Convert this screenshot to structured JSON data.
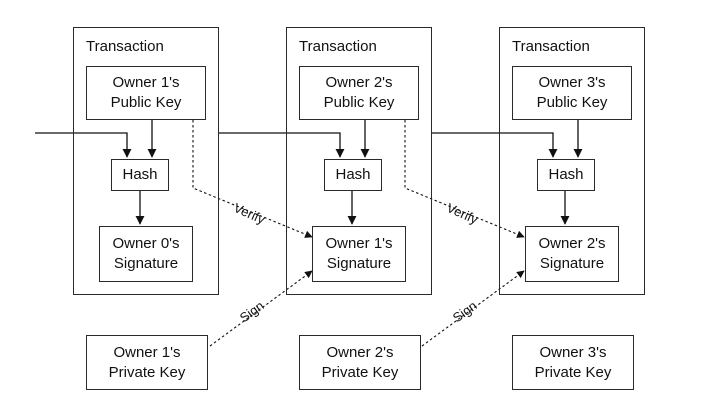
{
  "transactions": [
    {
      "title": "Transaction",
      "public_key": "Owner 1's\nPublic Key",
      "hash": "Hash",
      "signature": "Owner 0's\nSignature"
    },
    {
      "title": "Transaction",
      "public_key": "Owner 2's\nPublic Key",
      "hash": "Hash",
      "signature": "Owner 1's\nSignature"
    },
    {
      "title": "Transaction",
      "public_key": "Owner 3's\nPublic Key",
      "hash": "Hash",
      "signature": "Owner 2's\nSignature"
    }
  ],
  "private_keys": [
    "Owner 1's\nPrivate Key",
    "Owner 2's\nPrivate Key",
    "Owner 3's\nPrivate Key"
  ],
  "edge_labels": {
    "verify": "Verify",
    "sign": "Sign"
  },
  "colors": {
    "stroke": "#2a2a2a",
    "background": "#ffffff"
  }
}
